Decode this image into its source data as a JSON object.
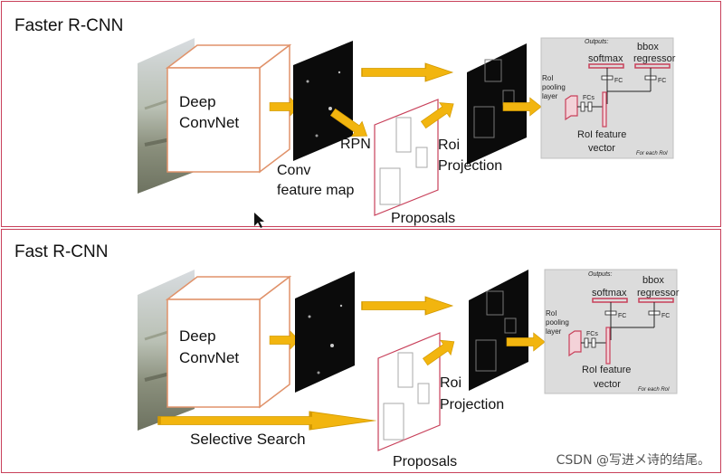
{
  "panels": [
    {
      "title": "Faster R-CNN",
      "convnet_label_1": "Deep",
      "convnet_label_2": "ConvNet",
      "feature_label_1": "Conv",
      "feature_label_2": "feature map",
      "rpn_label": "RPN",
      "roi_label_1": "Roi",
      "roi_label_2": "Projection",
      "proposals_label": "Proposals",
      "head": {
        "outputs": "Outputs:",
        "softmax": "softmax",
        "bbox_1": "bbox",
        "bbox_2": "regressor",
        "fc_a": "FC",
        "fc_b": "FC",
        "fcs": "FCs",
        "roi_pool_1": "RoI",
        "roi_pool_2": "pooling",
        "roi_pool_3": "layer",
        "roi_vec_1": "RoI feature",
        "roi_vec_2": "vector",
        "for_each": "For each RoI"
      }
    },
    {
      "title": "Fast R-CNN",
      "convnet_label_1": "Deep",
      "convnet_label_2": "ConvNet",
      "selective_search": "Selective Search",
      "roi_label_1": "Roi",
      "roi_label_2": "Projection",
      "proposals_label": "Proposals",
      "head": {
        "outputs": "Outputs:",
        "softmax": "softmax",
        "bbox_1": "bbox",
        "bbox_2": "regressor",
        "fc_a": "FC",
        "fc_b": "FC",
        "fcs": "FCs",
        "roi_pool_1": "RoI",
        "roi_pool_2": "pooling",
        "roi_pool_3": "layer",
        "roi_vec_1": "RoI feature",
        "roi_vec_2": "vector",
        "for_each": "For each RoI"
      }
    }
  ],
  "watermark": "CSDN @写进メ诗的结尾。",
  "colors": {
    "border": "#c8405a",
    "arrow": "#f2b50f",
    "cube_edge": "#e0926a",
    "head_bg": "#dcdcdc",
    "head_red": "#c8405a"
  }
}
